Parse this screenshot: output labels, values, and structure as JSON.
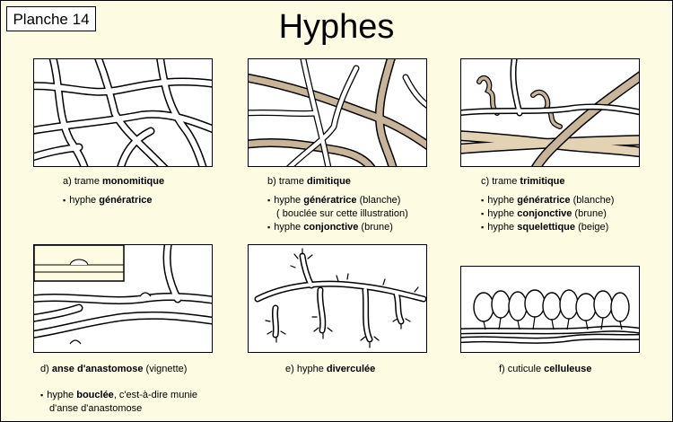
{
  "plate": {
    "label": "Planche 14",
    "title": "Hyphes"
  },
  "panels": [
    {
      "caption_prefix": "a) trame ",
      "caption_bold": "monomitique",
      "caption_suffix": "",
      "notes": [
        {
          "pre": "hyphe ",
          "bold": "génératrice",
          "post": ""
        }
      ]
    },
    {
      "caption_prefix": "b) trame ",
      "caption_bold": "dimitique",
      "caption_suffix": "",
      "notes": [
        {
          "pre": "hyphe ",
          "bold": "génératrice",
          "post": " (blanche)",
          "cont": "( bouclée sur cette illustration)"
        },
        {
          "pre": "hyphe ",
          "bold": "conjonctive",
          "post": " (brune)"
        }
      ]
    },
    {
      "caption_prefix": "c) trame ",
      "caption_bold": "trimitique",
      "caption_suffix": "",
      "notes": [
        {
          "pre": "hyphe ",
          "bold": "génératrice",
          "post": " (blanche)"
        },
        {
          "pre": "hyphe ",
          "bold": "conjonctive",
          "post": " (brune)"
        },
        {
          "pre": "hyphe ",
          "bold": "squelettique",
          "post": " (beige)"
        }
      ]
    },
    {
      "caption_prefix": "d) ",
      "caption_bold": "anse d'anastomose",
      "caption_suffix": " (vignette)",
      "notes": [
        {
          "pre": "hyphe ",
          "bold": "bouclée",
          "post": ", c'est-à-dire munie",
          "cont": "d'anse d'anastomose"
        }
      ]
    },
    {
      "caption_prefix": "e) hyphe ",
      "caption_bold": "diverculée",
      "caption_suffix": "",
      "notes": []
    },
    {
      "caption_prefix": "f) cuticule ",
      "caption_bold": "celluleuse",
      "caption_suffix": "",
      "notes": []
    }
  ],
  "colors": {
    "background": "#fdfbe2",
    "brown": "#c8b498",
    "beige": "#e4d2b4"
  }
}
